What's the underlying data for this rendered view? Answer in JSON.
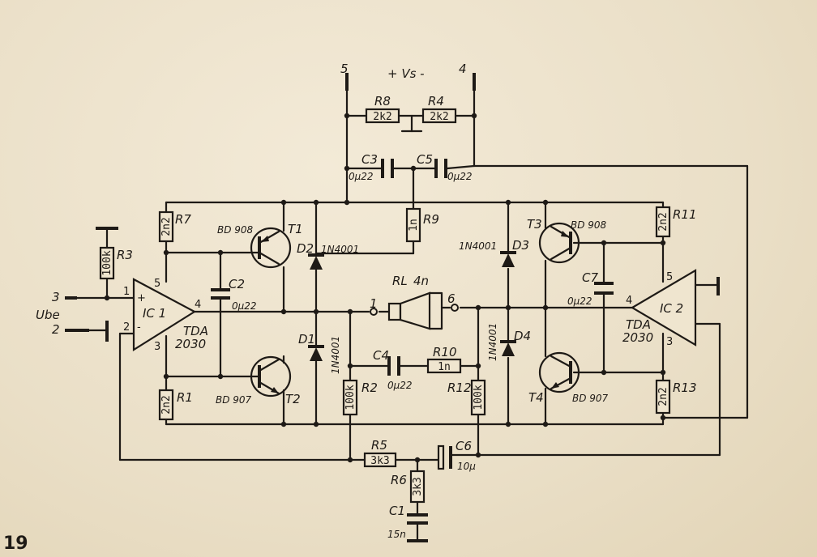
{
  "figure_number": "19",
  "supply": {
    "label": "+ Vs -",
    "pin_pos": "5",
    "pin_neg": "4"
  },
  "terminals": {
    "in_plus": "3",
    "in_minus": "2",
    "out1": "1",
    "out2": "6",
    "ube": "Ube"
  },
  "ics": [
    {
      "ref": "IC 1",
      "type": "TDA",
      "part": "2030",
      "pins": {
        "in_p": "1",
        "in_n": "2",
        "v_pos": "5",
        "v_neg": "3",
        "out": "4",
        "plus": "+",
        "minus": "-"
      }
    },
    {
      "ref": "IC 2",
      "type": "TDA",
      "part": "2030",
      "pins": {
        "v_pos": "5",
        "v_neg": "3",
        "out": "4"
      }
    }
  ],
  "transistors": [
    {
      "ref": "T1",
      "part": "BD 908"
    },
    {
      "ref": "T2",
      "part": "BD 907"
    },
    {
      "ref": "T3",
      "part": "BD 908"
    },
    {
      "ref": "T4",
      "part": "BD 907"
    }
  ],
  "diodes": [
    {
      "ref": "D1",
      "part": "1N4001"
    },
    {
      "ref": "D2",
      "part": "1N4001"
    },
    {
      "ref": "D3",
      "part": "1N4001"
    },
    {
      "ref": "D4",
      "part": "1N4001"
    }
  ],
  "resistors": [
    {
      "ref": "R1",
      "value": "2n2"
    },
    {
      "ref": "R2",
      "value": "100k"
    },
    {
      "ref": "R3",
      "value": "100k"
    },
    {
      "ref": "R4",
      "value": "2k2"
    },
    {
      "ref": "R5",
      "value": "3k3"
    },
    {
      "ref": "R6",
      "value": "3k3"
    },
    {
      "ref": "R7",
      "value": "2n2"
    },
    {
      "ref": "R8",
      "value": "2k2"
    },
    {
      "ref": "R9",
      "value": "1n"
    },
    {
      "ref": "R10",
      "value": "1n"
    },
    {
      "ref": "R11",
      "value": "2n2"
    },
    {
      "ref": "R12",
      "value": "100k"
    },
    {
      "ref": "R13",
      "value": "2n2"
    }
  ],
  "capacitors": [
    {
      "ref": "C1",
      "value": "15n"
    },
    {
      "ref": "C2",
      "value": "0μ22"
    },
    {
      "ref": "C3",
      "value": "0μ22"
    },
    {
      "ref": "C4",
      "value": "0μ22"
    },
    {
      "ref": "C5",
      "value": "0μ22"
    },
    {
      "ref": "C6",
      "value": "10μ"
    },
    {
      "ref": "C7",
      "value": "0μ22"
    }
  ],
  "load": {
    "ref": "RL",
    "value": "4n"
  }
}
